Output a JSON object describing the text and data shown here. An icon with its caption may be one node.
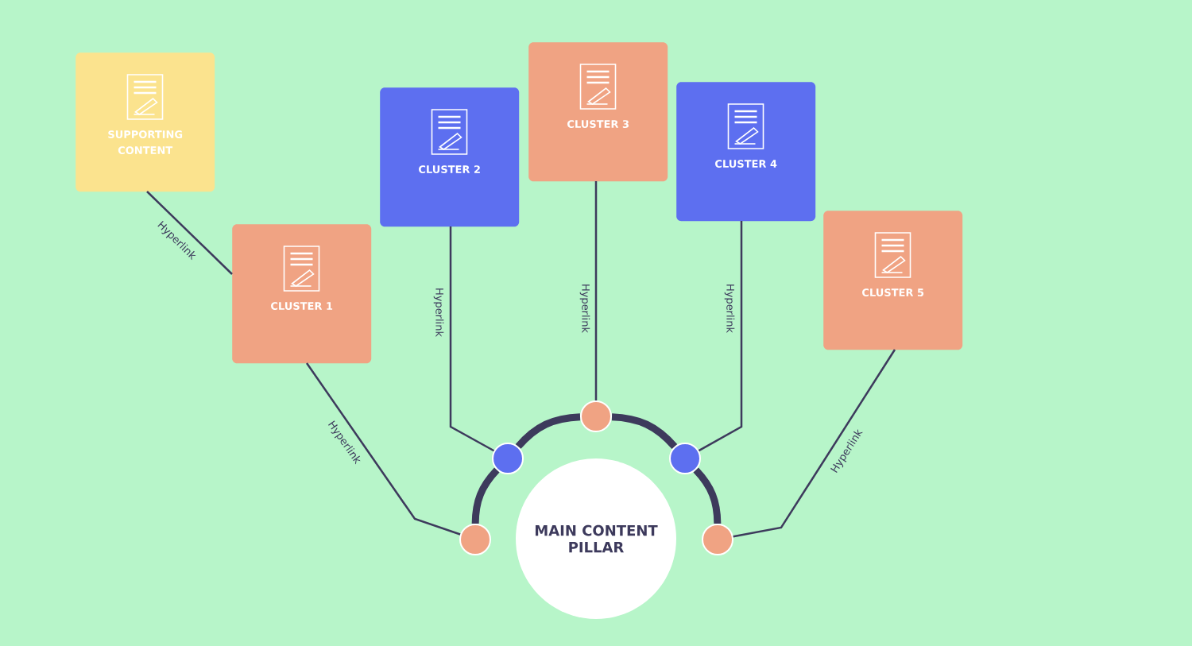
{
  "diagram": {
    "nodes": [
      {
        "text": [
          "SUPPORTING CONTENT"
        ]
      },
      {
        "text": [
          "CLUSTER 1"
        ]
      },
      {
        "text": [
          "CLUSTER 2"
        ]
      },
      {
        "text": [
          "CLUSTER 3"
        ]
      },
      {
        "text": [
          "CLUSTER 4"
        ]
      },
      {
        "text": [
          "CLUSTER 5"
        ]
      },
      {
        "text": [
          "MAIN CONTENT PILLAR"
        ]
      },
      {
        "text": [],
        "shape": "circle"
      },
      {
        "text": [],
        "shape": "circle"
      },
      {
        "text": [],
        "shape": "circle"
      },
      {
        "text": [],
        "shape": "circle"
      },
      {
        "text": [],
        "shape": "circle"
      }
    ],
    "edges": [
      {
        "from": 0,
        "to": 1,
        "arrow": "none",
        "label": "Hyperlink"
      },
      {
        "from": 1,
        "to": 7,
        "arrow": "none",
        "label": "Hyperlink"
      },
      {
        "from": 2,
        "to": 8,
        "arrow": "none",
        "label": "Hyperlink"
      },
      {
        "from": 3,
        "to": 9,
        "arrow": "none",
        "label": "Hyperlink"
      },
      {
        "from": 4,
        "to": 10,
        "arrow": "none",
        "label": "Hyperlink"
      },
      {
        "from": 5,
        "to": 11,
        "arrow": "none",
        "label": "Hyperlink"
      },
      {
        "from": 7,
        "to": 8,
        "arrow": "none",
        "style": "thick"
      },
      {
        "from": 8,
        "to": 9,
        "arrow": "none",
        "style": "thick"
      },
      {
        "from": 9,
        "to": 10,
        "arrow": "none",
        "style": "thick"
      },
      {
        "from": 10,
        "to": 11,
        "arrow": "none",
        "style": "thick"
      }
    ]
  }
}
